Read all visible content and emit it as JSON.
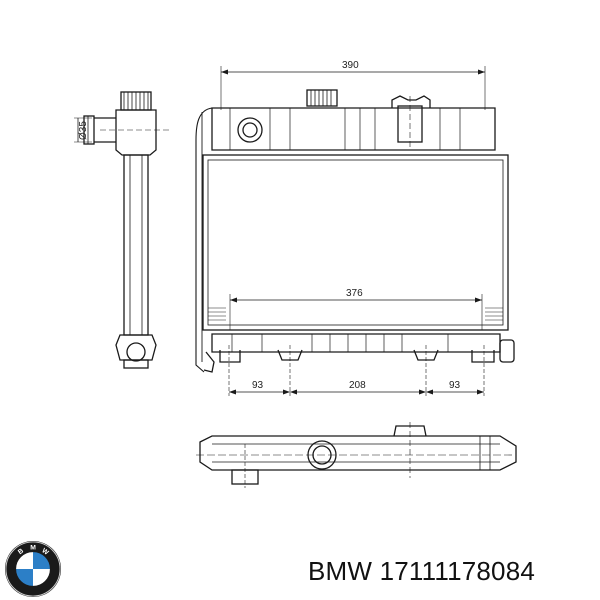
{
  "dimensions": {
    "overall_width": "390",
    "core_width": "376",
    "pipe_diameter": "Ø35",
    "spacing_left": "93",
    "spacing_center": "208",
    "spacing_right": "93"
  },
  "logo": {
    "letters": "BMW",
    "colors": {
      "blue": "#2c7fc7",
      "white": "#ffffff",
      "ring": "#111111"
    }
  },
  "caption": {
    "part_number": "BMW 17111178084"
  }
}
